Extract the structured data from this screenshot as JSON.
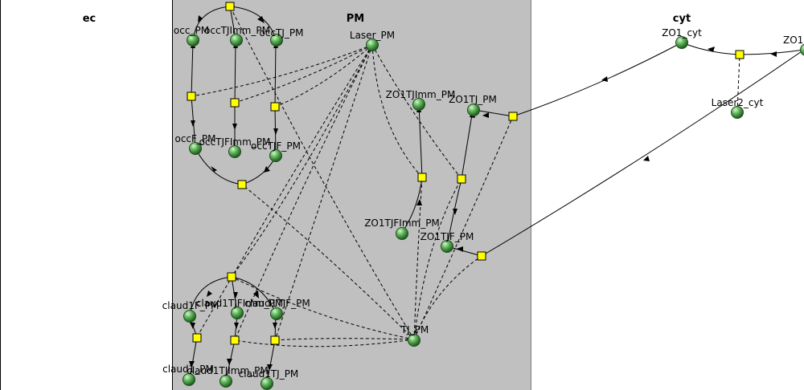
{
  "compartments": [
    {
      "id": "ec",
      "label": "ec"
    },
    {
      "id": "pm",
      "label": "PM",
      "fill": "#c0c0c0"
    },
    {
      "id": "cyt",
      "label": "cyt"
    }
  ],
  "species": [
    {
      "id": "occ_PM",
      "label": "occ_PM"
    },
    {
      "id": "occTJImm_PM",
      "label": "occTJImm_PM"
    },
    {
      "id": "occTJ_PM",
      "label": "occTJ_PM"
    },
    {
      "id": "occF_PM",
      "label": "occF_PM"
    },
    {
      "id": "occTJFImm_PM",
      "label": "occTJFImm_PM"
    },
    {
      "id": "occTJF_PM",
      "label": "occTJF_PM"
    },
    {
      "id": "Laser_PM",
      "label": "Laser_PM"
    },
    {
      "id": "ZO1TJImm_PM",
      "label": "ZO1TJImm_PM"
    },
    {
      "id": "ZO1TJ_PM",
      "label": "ZO1TJ_PM"
    },
    {
      "id": "ZO1TJFImm_PM",
      "label": "ZO1TJFImm_PM"
    },
    {
      "id": "ZO1TJF_PM",
      "label": "ZO1TJF_PM"
    },
    {
      "id": "claud1F_PM",
      "label": "claud1F_PM"
    },
    {
      "id": "claud1TJFImm_PM",
      "label": "claud1TJFImm_PM"
    },
    {
      "id": "claud1TJF_PM",
      "label": "claud1TJF_PM"
    },
    {
      "id": "claud1_PM",
      "label": "claud1_PM"
    },
    {
      "id": "claud1TJImm_PM",
      "label": "claud1TJImm_PM"
    },
    {
      "id": "claud1TJ_PM",
      "label": "claud1TJ_PM"
    },
    {
      "id": "TJ_PM",
      "label": "TJ_PM"
    },
    {
      "id": "ZO1_cyt",
      "label": "ZO1_cyt"
    },
    {
      "id": "Laser2_cyt",
      "label": "Laser2_cyt"
    },
    {
      "id": "ZO1_right",
      "label": "ZO1"
    }
  ],
  "colors": {
    "pm_fill": "#c0c0c0",
    "species_fill": "#3f9a3f",
    "junction_fill": "#ffff00",
    "line": "#000000"
  }
}
